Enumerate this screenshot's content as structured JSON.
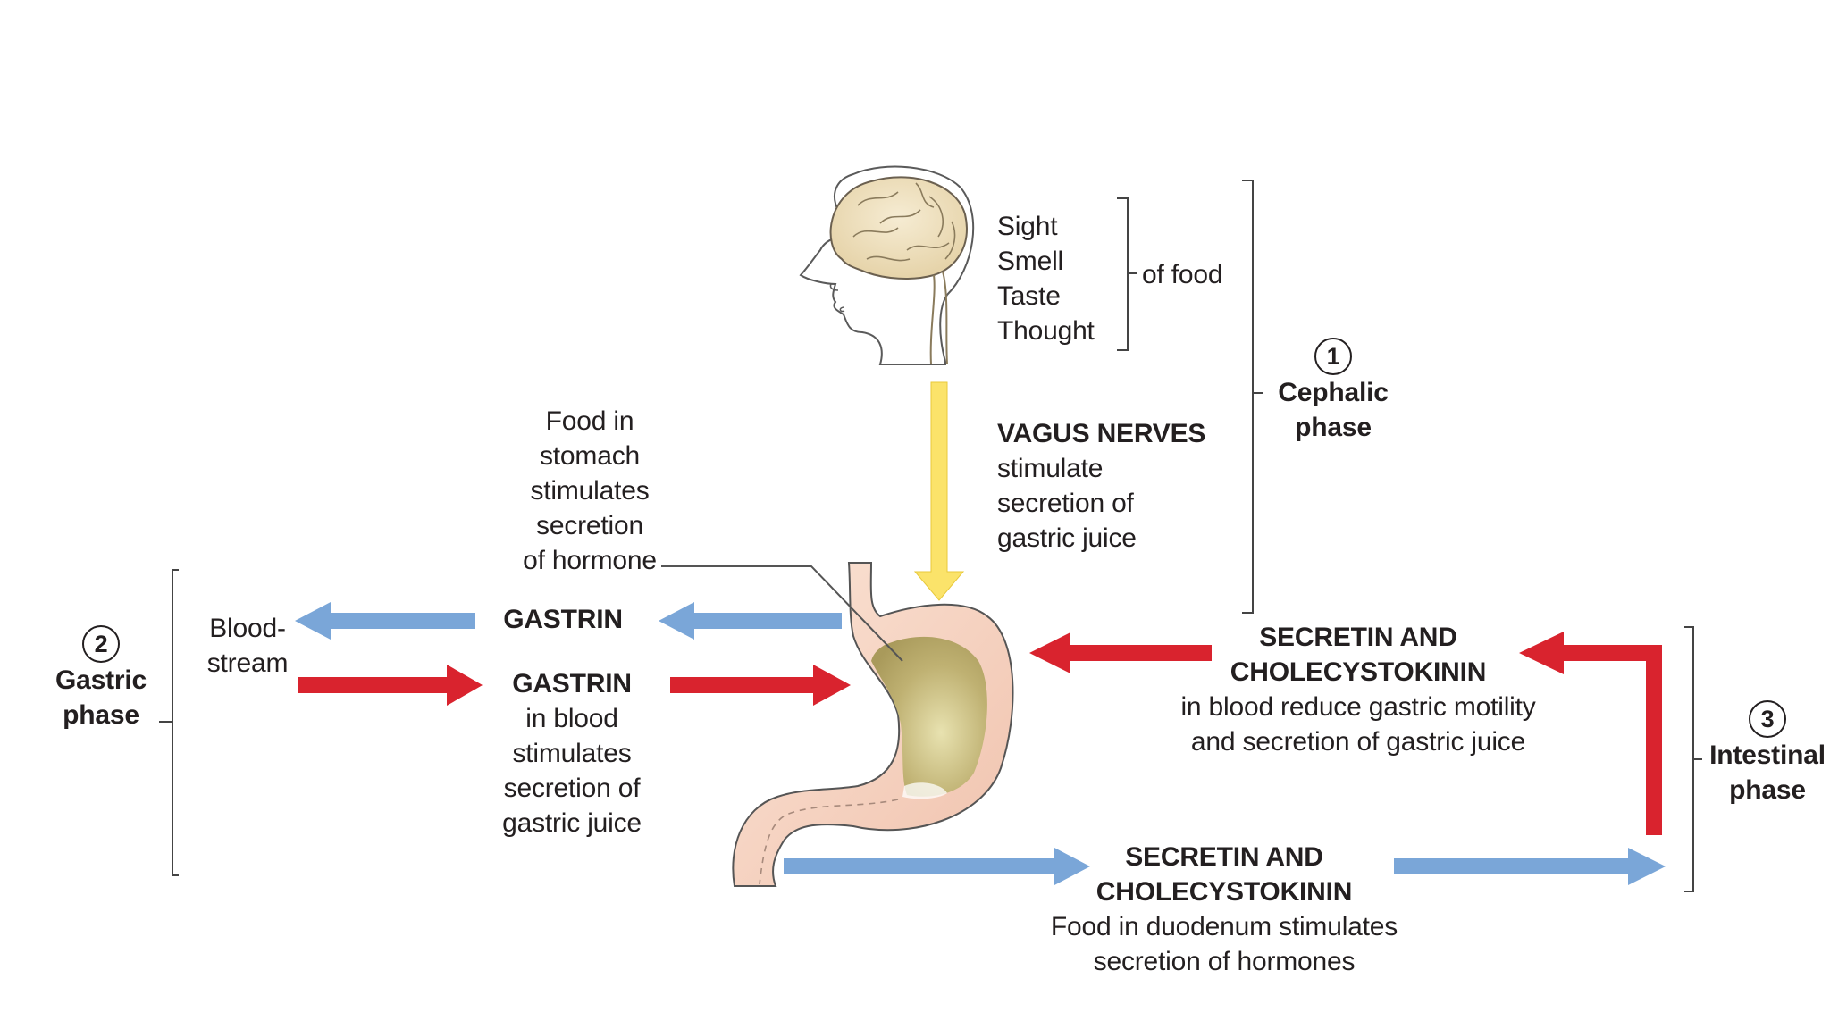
{
  "senses": [
    "Sight",
    "Smell",
    "Taste",
    "Thought"
  ],
  "of_food": "of food",
  "cephalic": {
    "number": "1",
    "name_line1": "Cephalic",
    "name_line2": "phase"
  },
  "vagus": {
    "title": "VAGUS NERVES",
    "lines": [
      "stimulate",
      "secretion of",
      "gastric juice"
    ]
  },
  "food_in_stomach": [
    "Food in",
    "stomach",
    "stimulates",
    "secretion",
    "of hormone"
  ],
  "gastric_phase": {
    "number": "2",
    "name_line1": "Gastric",
    "name_line2": "phase"
  },
  "bloodstream": [
    "Blood-",
    "stream"
  ],
  "gastrin_top": "GASTRIN",
  "gastrin_bottom": {
    "title": "GASTRIN",
    "lines": [
      "in blood",
      "stimulates",
      "secretion of",
      "gastric juice"
    ]
  },
  "secretin_top": {
    "title_lines": [
      "SECRETIN AND",
      "CHOLECYSTOKININ"
    ],
    "lines": [
      "in blood reduce gastric motility",
      "and secretion of gastric juice"
    ]
  },
  "secretin_bottom": {
    "title_lines": [
      "SECRETIN AND",
      "CHOLECYSTOKININ"
    ],
    "lines": [
      "Food in duodenum stimulates",
      "secretion of hormones"
    ]
  },
  "intestinal": {
    "number": "3",
    "name_line1": "Intestinal",
    "name_line2": "phase"
  },
  "colors": {
    "blue_arrow": "#7aa6d8",
    "red_arrow": "#d9232e",
    "yellow_arrow": "#fbe36a",
    "stomach_fill": "#f6d4c2",
    "stomach_content": "#bfb172",
    "brain": "#efe2c4"
  }
}
